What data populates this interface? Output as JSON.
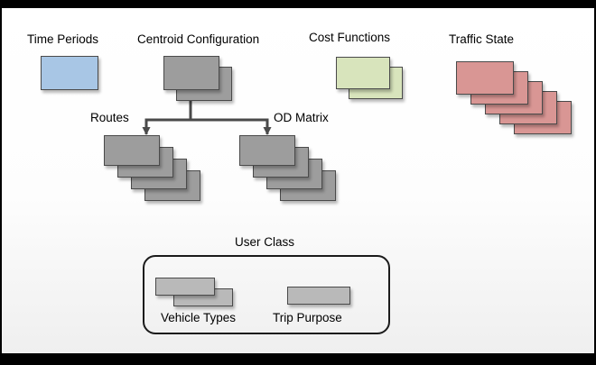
{
  "labels": {
    "time_periods": "Time Periods",
    "centroid_configuration": "Centroid Configuration",
    "cost_functions": "Cost Functions",
    "traffic_state": "Traffic State",
    "routes": "Routes",
    "od_matrix": "OD Matrix",
    "user_class": "User Class",
    "vehicle_types": "Vehicle Types",
    "trip_purpose": "Trip Purpose"
  },
  "stacks": {
    "centroid_configuration_count": 2,
    "cost_functions_count": 2,
    "traffic_state_count": 5,
    "routes_count": 4,
    "od_matrix_count": 4,
    "vehicle_types_count": 2,
    "trip_purpose_count": 1
  },
  "colors": {
    "time-periods-fill": "#a8c6e5",
    "object-gray-fill": "#9d9d9d",
    "cost-functions-fill": "#d8e4bc",
    "traffic-state-fill": "#d99694",
    "card-border": "#4a4a4a",
    "arrow-color": "#4a4a4a",
    "frame-color": "#000000"
  }
}
